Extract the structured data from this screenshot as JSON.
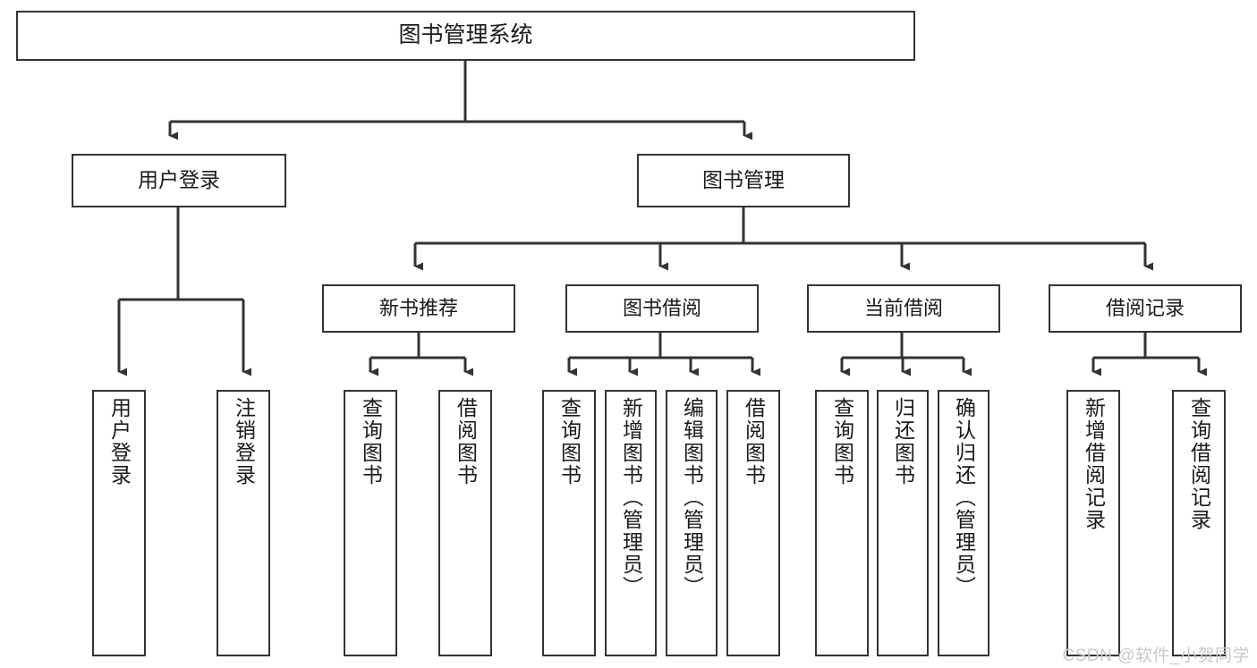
{
  "diagram": {
    "title": "图书管理系统",
    "type": "tree",
    "watermark": "CSDN @软件_小贺同学",
    "colors": {
      "background": "#ffffff",
      "node_border": "#333333",
      "node_fill": "#ffffff",
      "edge": "#333333",
      "text": "#1a1a1a",
      "watermark": "#c9c9c9"
    },
    "nodes": {
      "root": {
        "label": "图书管理系统"
      },
      "level1": [
        {
          "id": "user-login",
          "label": "用户登录"
        },
        {
          "id": "book-management",
          "label": "图书管理"
        }
      ],
      "level2": [
        {
          "id": "new-book-recommend",
          "label": "新书推荐"
        },
        {
          "id": "book-borrow",
          "label": "图书借阅"
        },
        {
          "id": "current-borrow",
          "label": "当前借阅"
        },
        {
          "id": "borrow-record",
          "label": "借阅记录"
        }
      ],
      "leaves": {
        "user-login": [
          {
            "id": "leaf-user-login",
            "label": "用户登录"
          },
          {
            "id": "leaf-logout-login",
            "label": "注销登录"
          }
        ],
        "new-book-recommend": [
          {
            "id": "leaf-query-book-1",
            "label": "查询图书"
          },
          {
            "id": "leaf-borrow-book-1",
            "label": "借阅图书"
          }
        ],
        "book-borrow": [
          {
            "id": "leaf-query-book-2",
            "label": "查询图书"
          },
          {
            "id": "leaf-add-book-admin",
            "label": "新增图书（管理员）"
          },
          {
            "id": "leaf-edit-book-admin",
            "label": "编辑图书（管理员）"
          },
          {
            "id": "leaf-borrow-book-2",
            "label": "借阅图书"
          }
        ],
        "current-borrow": [
          {
            "id": "leaf-query-book-3",
            "label": "查询图书"
          },
          {
            "id": "leaf-return-book",
            "label": "归还图书"
          },
          {
            "id": "leaf-confirm-return-admin",
            "label": "确认归还（管理员）"
          }
        ],
        "borrow-record": [
          {
            "id": "leaf-add-borrow-record",
            "label": "新增借阅记录"
          },
          {
            "id": "leaf-query-borrow-record",
            "label": "查询借阅记录"
          }
        ]
      }
    }
  }
}
